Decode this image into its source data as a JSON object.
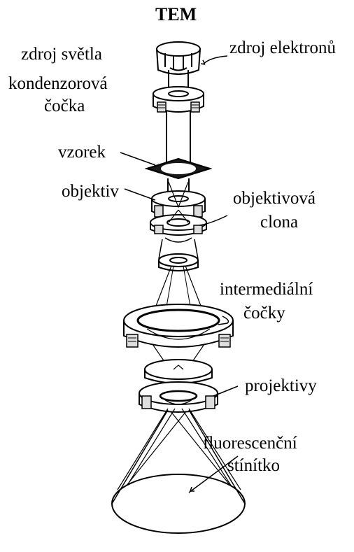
{
  "title": "TEM",
  "labels": {
    "light_source": "zdroj světla",
    "electron_source": "zdroj elektronů",
    "condenser_lens_line1": "kondenzorová",
    "condenser_lens_line2": "čočka",
    "sample": "vzorek",
    "objective": "objektiv",
    "objective_aperture_line1": "objektivová",
    "objective_aperture_line2": "clona",
    "intermediate_lenses_line1": "intermediální",
    "intermediate_lenses_line2": "čočky",
    "projectives": "projektivy",
    "screen_line1": "fluorescenční",
    "screen_line2": "stínítko"
  }
}
